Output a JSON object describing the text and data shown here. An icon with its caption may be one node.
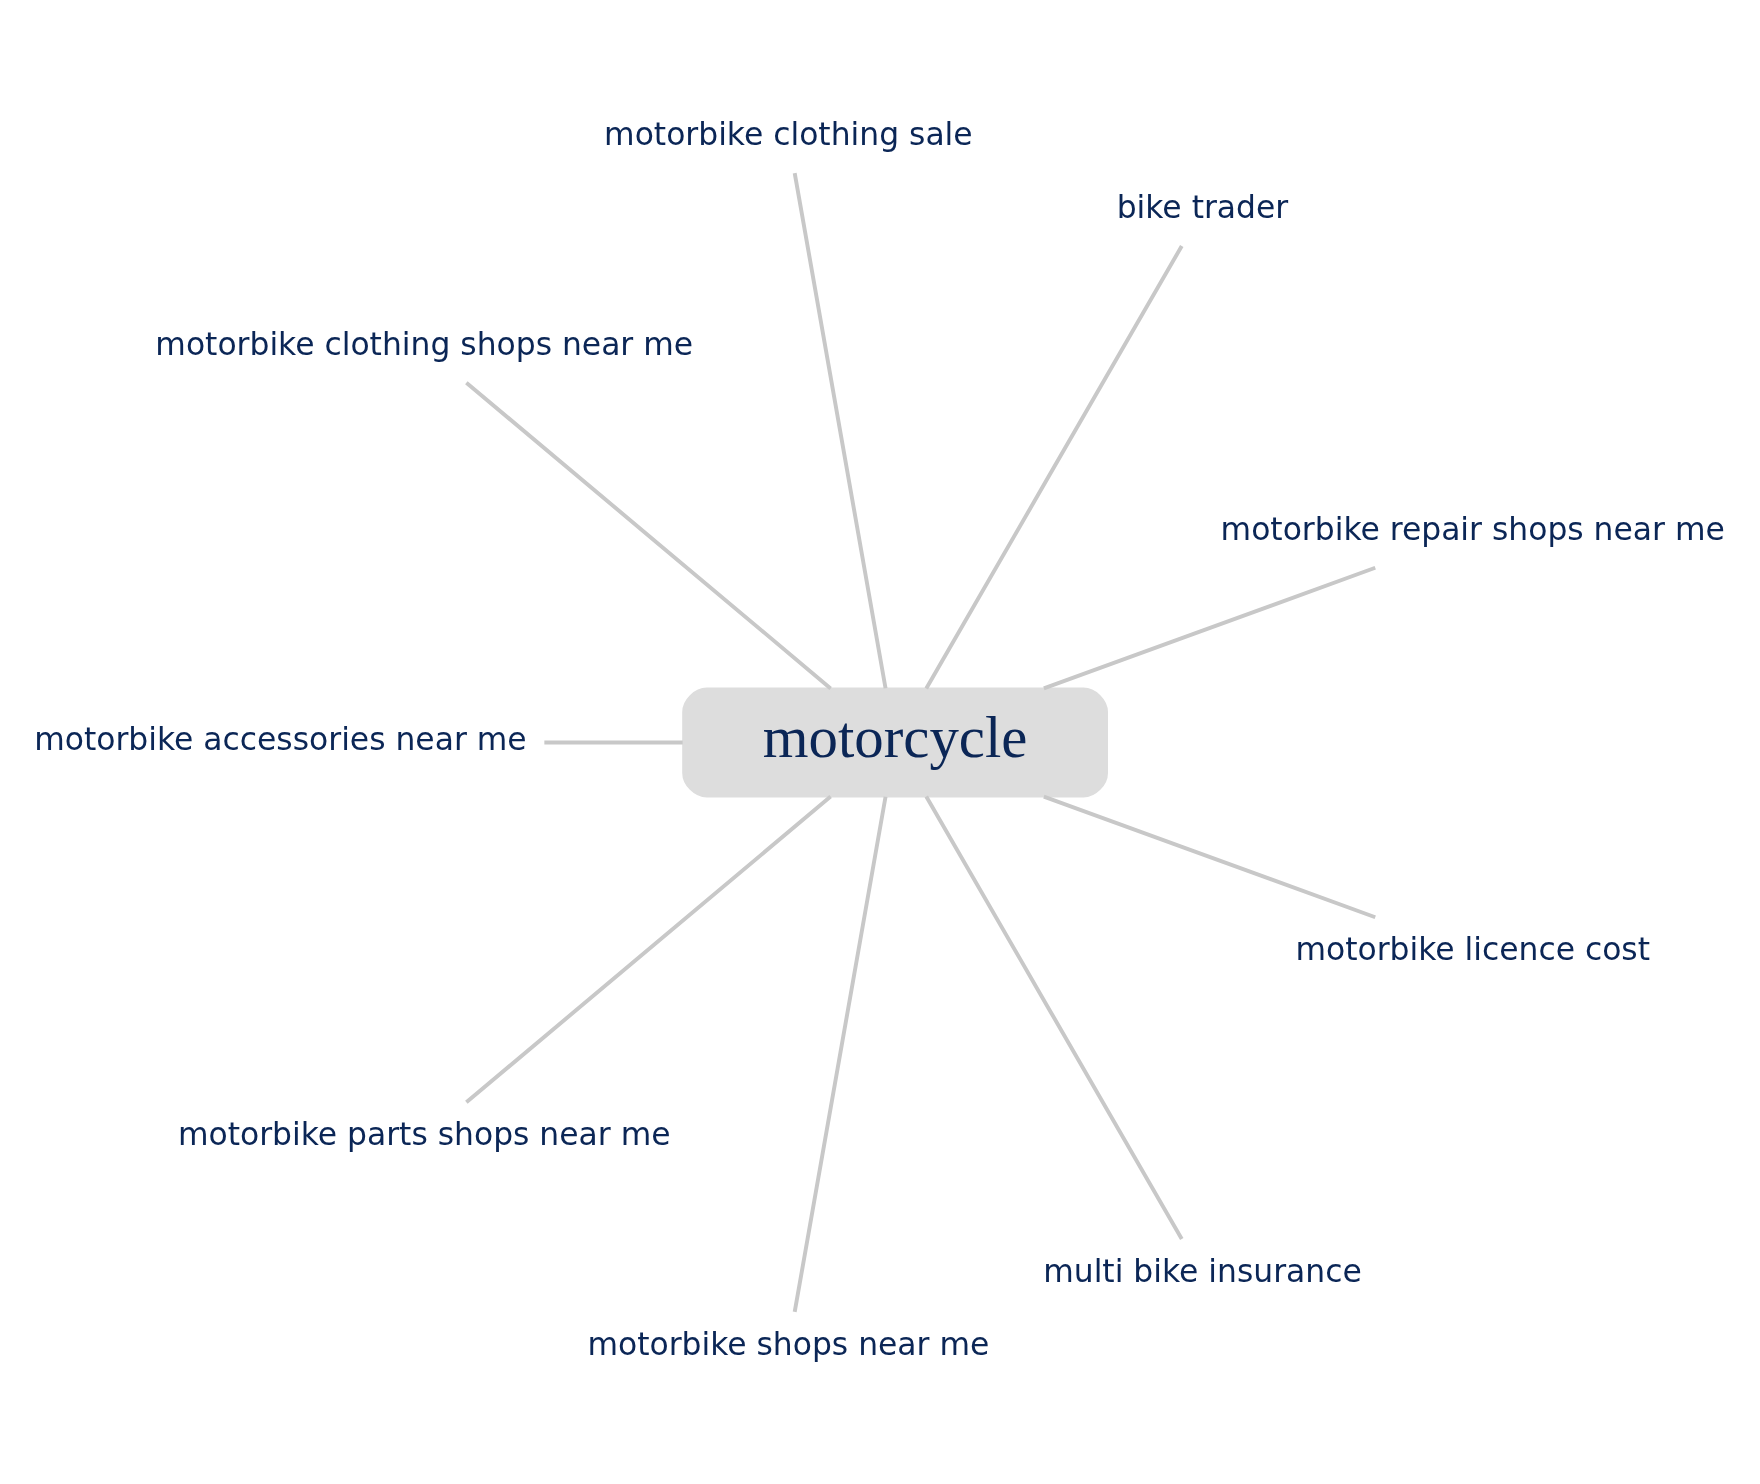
{
  "diagram": {
    "nodes": [
      {
        "text": [
          "motorbike repair shops near me"
        ]
      },
      {
        "text": [
          "bike trader"
        ]
      },
      {
        "text": [
          "motorbike clothing sale"
        ]
      },
      {
        "text": [
          "motorbike clothing shops near me"
        ]
      },
      {
        "text": [
          "motorcycle"
        ]
      },
      {
        "text": [
          "motorbike accessories near me"
        ]
      },
      {
        "text": [
          "motorbike parts shops near me"
        ]
      },
      {
        "text": [
          "motorbike shops near me"
        ]
      },
      {
        "text": [
          "multi bike insurance"
        ]
      },
      {
        "text": [
          "motorbike licence cost"
        ]
      }
    ],
    "edges": [
      {
        "from": 4,
        "to": 0,
        "arrow": "none"
      },
      {
        "from": 4,
        "to": 1,
        "arrow": "none"
      },
      {
        "from": 4,
        "to": 2,
        "arrow": "none"
      },
      {
        "from": 4,
        "to": 3,
        "arrow": "none"
      },
      {
        "from": 4,
        "to": 5,
        "arrow": "none"
      },
      {
        "from": 4,
        "to": 6,
        "arrow": "none"
      },
      {
        "from": 4,
        "to": 7,
        "arrow": "none"
      },
      {
        "from": 4,
        "to": 8,
        "arrow": "none"
      },
      {
        "from": 4,
        "to": 9,
        "arrow": "none"
      }
    ]
  }
}
